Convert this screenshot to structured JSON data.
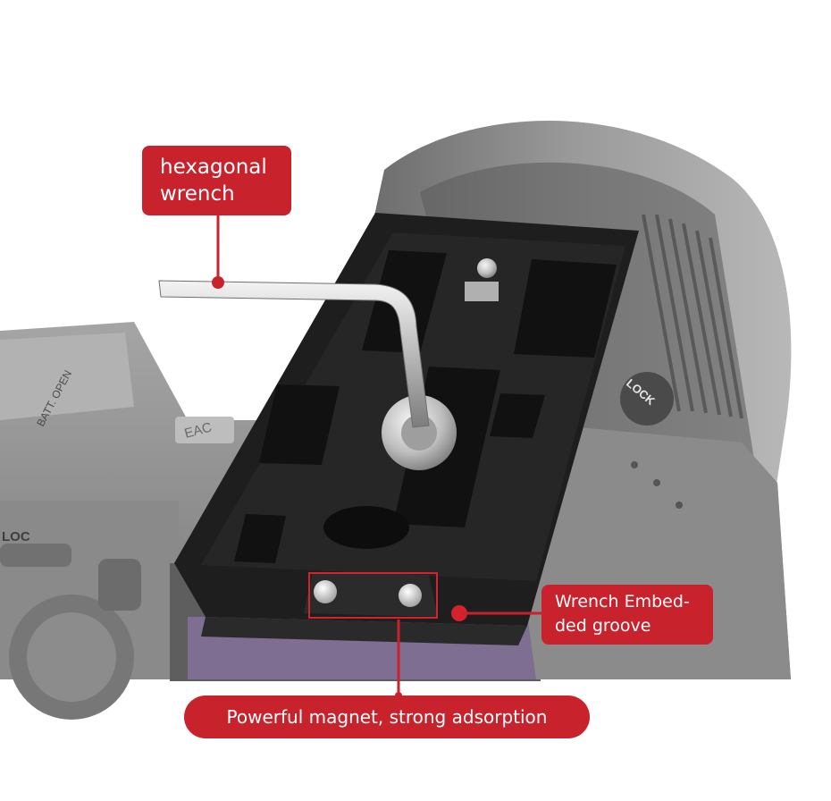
{
  "callouts": {
    "wrench": {
      "line1": "hexagonal",
      "line2": "wrench"
    },
    "groove": {
      "line1": "Wrench Embed-",
      "line2": "ded groove"
    },
    "magnet": {
      "text": "Powerful magnet, strong adsorption"
    }
  },
  "camera_markings": {
    "batt_open": "BATT. OPEN",
    "lock_dial": "LOCK",
    "lock_side": "LOC",
    "cert_mark": "EAC"
  },
  "colors": {
    "callout_bg": "#c8232c",
    "callout_text": "#ffffff",
    "camera_body": "#8e8e8e",
    "plate": "#1f1f1f",
    "lcd": "#7e6e92"
  }
}
